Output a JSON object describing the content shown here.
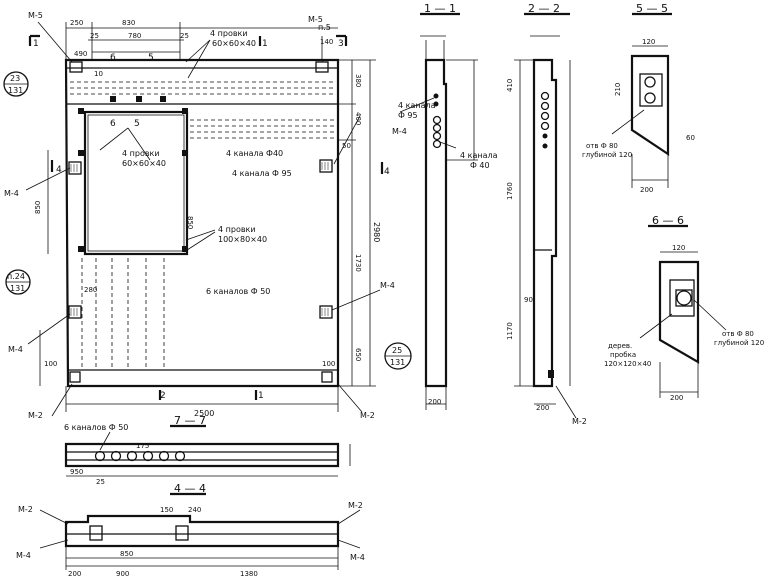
{
  "sections": {
    "s11": "1 — 1",
    "s22": "2 — 2",
    "s55": "5 — 5",
    "s66": "6 — 6",
    "s77": "7 — 7",
    "s44": "4 — 4"
  },
  "marks": {
    "m5": "М-5",
    "m4": "М-4",
    "m2": "М-2",
    "p5": "п.5",
    "n1": "1",
    "n2": "2",
    "n3": "3",
    "n4": "4",
    "n5": "5",
    "n6": "6",
    "n7": "7"
  },
  "callouts": {
    "c23_top": "23",
    "c23_bot": "131",
    "c24_top": "п.24",
    "c24_bot": "131",
    "c25_top": "25",
    "c25_bot": "131"
  },
  "notes": {
    "provki_top": "4 провки",
    "provki_top_size": "60×60×40",
    "provki_mid": "4 провки",
    "provki_mid_size": "100×80×40",
    "gvozdi": "4 провки",
    "gvozdi_size": "60×60×40",
    "kan95": "4 канала Ф 95",
    "kan40": "4 канала Ф40",
    "kan95b": "4 канала Ф 95",
    "kan50": "6 каналов Ф 50",
    "kan50b": "6 каналов Ф 50",
    "sec_kan95": "4 канала",
    "sec_kan95_d": "Ф 95",
    "sec_kan40": "4 канала",
    "sec_kan40_d": "Ф 40",
    "otv55": "отв Ф 80",
    "otv55_b": "глубиной 120",
    "otv66": "отв Ф 80",
    "otv66_b": "глубиной 120",
    "derev": "дерев.",
    "derev2": "пробка",
    "derev3": "120×120×40"
  },
  "dims": {
    "d250": "250",
    "d830": "830",
    "d25": "25",
    "d780": "780",
    "d25b": "25",
    "d140": "140",
    "d490": "490",
    "d10": "10",
    "d2500": "2500",
    "d2980": "2980",
    "d850": "850",
    "d1730": "1730",
    "d380": "380",
    "d400": "400",
    "d50": "50",
    "d650": "650",
    "d850b": "850",
    "d280": "280",
    "d100": "100",
    "d100b": "100",
    "d90": "90",
    "d200": "200",
    "d200b": "200",
    "d1760": "1760",
    "d1170": "1170",
    "d410": "410",
    "d210": "210",
    "d120": "120",
    "d60": "60",
    "d950": "950",
    "d900": "900",
    "d1380": "1380",
    "d150": "150",
    "d175": "175",
    "d240": "240"
  }
}
